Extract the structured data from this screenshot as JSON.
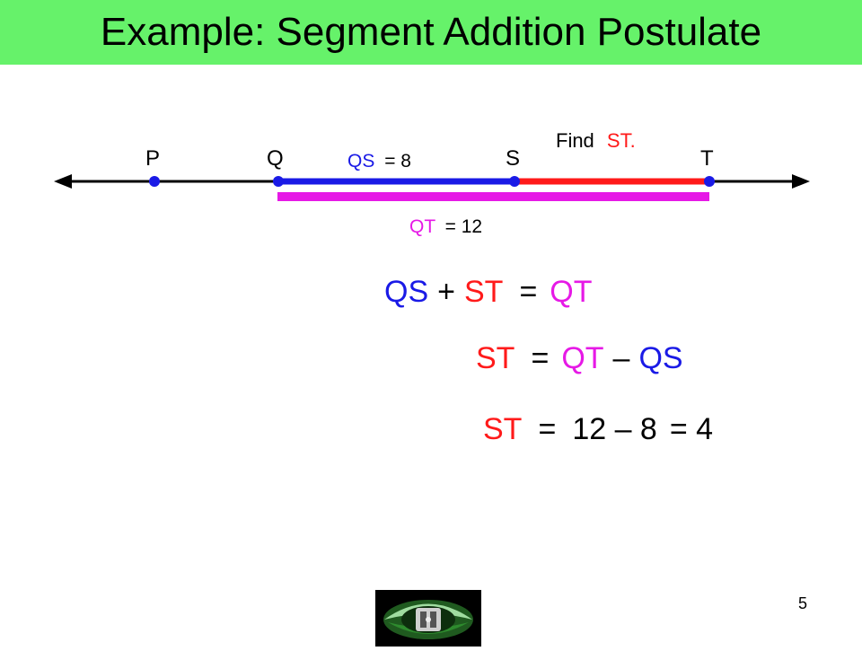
{
  "title": "Example: Segment Addition Postulate",
  "colors": {
    "title_bg": "#66f26a",
    "blue": "#1a1ae6",
    "red": "#ff1a1a",
    "magenta": "#e619e6",
    "black": "#000000"
  },
  "points": {
    "P": "P",
    "Q": "Q",
    "S": "S",
    "T": "T"
  },
  "labels": {
    "find_word": "Find",
    "find_target": "ST.",
    "qs_name": "QS",
    "qs_value": "= 8",
    "qt_name": "QT",
    "qt_value": "= 12"
  },
  "equations": {
    "eq1": {
      "qs": "QS",
      "plus": "+",
      "st": "ST",
      "eq": "=",
      "qt": "QT"
    },
    "eq2": {
      "st": "ST",
      "eq": "=",
      "qt": "QT",
      "minus": "–",
      "qs": "QS"
    },
    "eq3": {
      "st": "ST",
      "eq": "=",
      "expr": "12 – 8",
      "result": "= 4"
    }
  },
  "page_number": "5",
  "logo_icon": "eye-shape-logo-icon"
}
